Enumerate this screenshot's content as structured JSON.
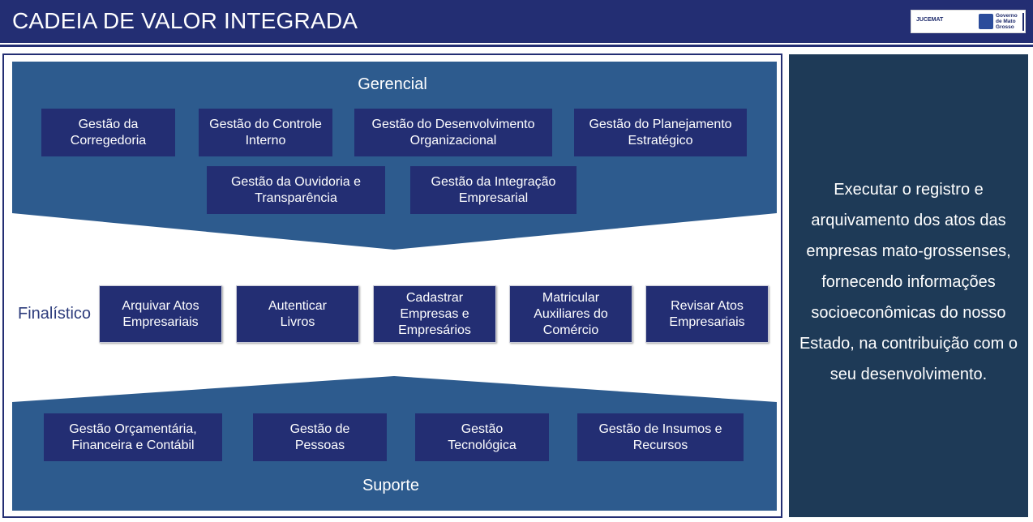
{
  "header": {
    "title": "CADEIA DE VALOR INTEGRADA",
    "logo_text_left": "JUCEMAT",
    "logo_text_right": "Governo de Mato Grosso"
  },
  "gerencial": {
    "title": "Gerencial",
    "items": [
      "Gestão da Corregedoria",
      "Gestão do Controle Interno",
      "Gestão do Desenvolvimento Organizacional",
      "Gestão do Planejamento Estratégico",
      "Gestão da Ouvidoria e Transparência",
      "Gestão da Integração Empresarial"
    ]
  },
  "finalistico": {
    "title": "Finalístico",
    "items": [
      "Arquivar Atos Empresariais",
      "Autenticar Livros",
      "Cadastrar Empresas e Empresários",
      "Matricular Auxiliares do Comércio",
      "Revisar Atos Empresariais"
    ]
  },
  "suporte": {
    "title": "Suporte",
    "items": [
      "Gestão Orçamentária, Financeira e Contábil",
      "Gestão de Pessoas",
      "Gestão Tecnológica",
      "Gestão de Insumos e Recursos"
    ]
  },
  "mission": "Executar o registro e arquivamento dos atos das empresas mato-grossenses, fornecendo informações socioeconômicas do nosso Estado, na contribuição com o seu desenvolvimento.",
  "colors": {
    "header": "#232e73",
    "band": "#2d5b8e",
    "box": "#232e73",
    "panel": "#1e3a57"
  }
}
